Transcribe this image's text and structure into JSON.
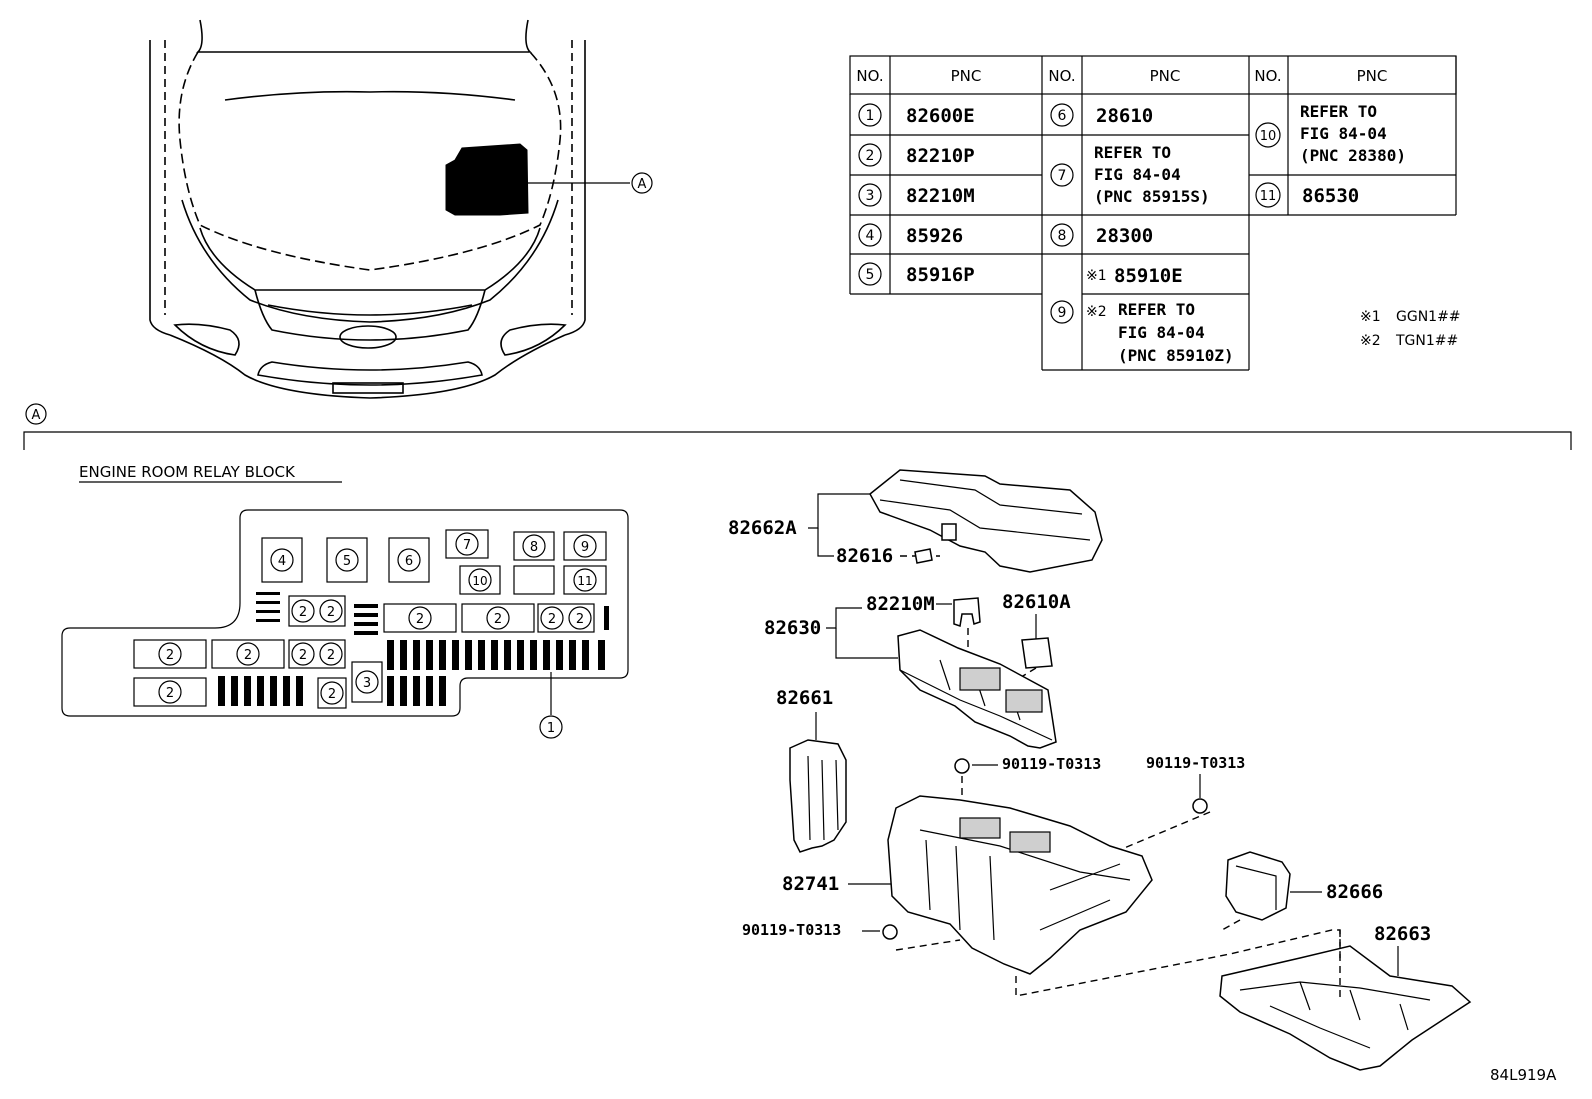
{
  "callout_a": "A",
  "section_title": "ENGINE ROOM RELAY BLOCK",
  "table": {
    "headers": [
      {
        "no": "NO.",
        "pnc": "PNC"
      },
      {
        "no": "NO.",
        "pnc": "PNC"
      },
      {
        "no": "NO.",
        "pnc": "PNC"
      }
    ],
    "rows": [
      {
        "no": "1",
        "pnc": "82600E"
      },
      {
        "no": "2",
        "pnc": "82210P"
      },
      {
        "no": "3",
        "pnc": "82210M"
      },
      {
        "no": "4",
        "pnc": "85926"
      },
      {
        "no": "5",
        "pnc": "85916P"
      },
      {
        "no": "6",
        "pnc": "28610"
      },
      {
        "no": "7",
        "pnc_lines": [
          "REFER TO",
          "FIG 84-04",
          "(PNC 85915S)"
        ]
      },
      {
        "no": "8",
        "pnc": "28300"
      },
      {
        "no": "9",
        "pnc_a_mark": "※1",
        "pnc_a": "85910E",
        "pnc_b_mark": "※2",
        "pnc_b_lines": [
          "REFER TO",
          "FIG 84-04",
          "(PNC 85910Z)"
        ]
      },
      {
        "no": "10",
        "pnc_lines": [
          "REFER TO",
          "FIG 84-04",
          "(PNC 28380)"
        ]
      },
      {
        "no": "11",
        "pnc": "86530"
      }
    ]
  },
  "notes": [
    {
      "mark": "※1",
      "text": "GGN1##"
    },
    {
      "mark": "※2",
      "text": "TGN1##"
    }
  ],
  "relay_block": {
    "labels": {
      "r4": "4",
      "r5": "5",
      "r6": "6",
      "r7": "7",
      "r8": "8",
      "r9": "9",
      "r10": "10",
      "r11": "11",
      "r2": "2",
      "r3": "3",
      "r1": "1"
    }
  },
  "part_labels": {
    "p82662A": "82662A",
    "p82616": "82616",
    "p82210M": "82210M",
    "p82610A": "82610A",
    "p82630": "82630",
    "p82661": "82661",
    "bolt_top": "90119-T0313",
    "bolt_right": "90119-T0313",
    "p82741": "82741",
    "bolt_bottom": "90119-T0313",
    "p82666": "82666",
    "p82663": "82663"
  },
  "figure_id": "84L919A"
}
